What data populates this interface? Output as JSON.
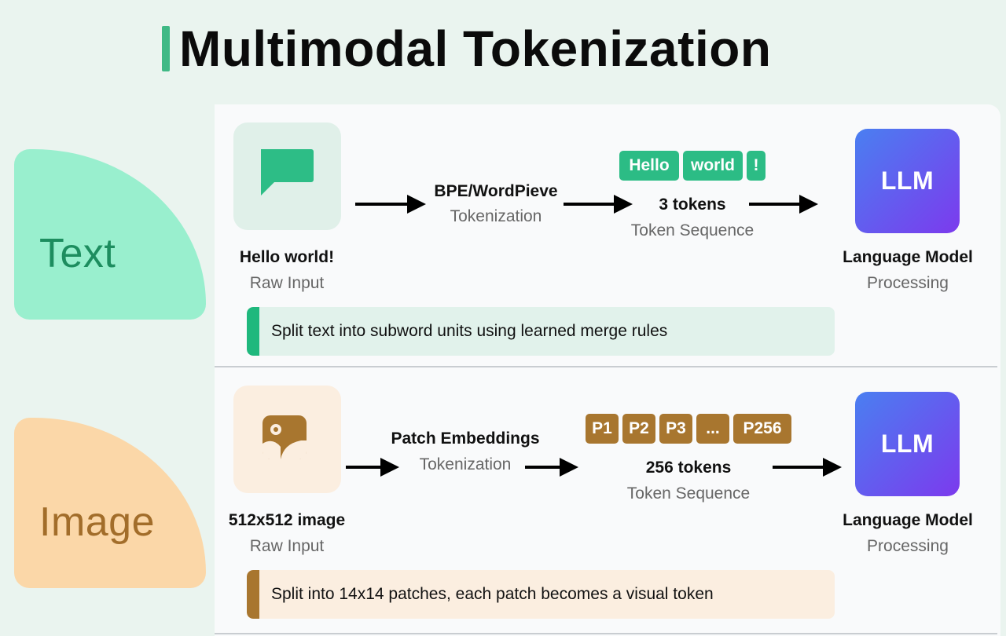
{
  "title": "Multimodal Tokenization",
  "colors": {
    "text_accent": "#2cbc85",
    "image_accent": "#a8762f",
    "llm_gradient_start": "#4a7ff1",
    "llm_gradient_end": "#7c3aed"
  },
  "rows": {
    "text": {
      "category": "Text",
      "icon": "chat-bubble-icon",
      "input_label": "Hello world!",
      "input_sub": "Raw Input",
      "method_label": "BPE/WordPieve",
      "method_sub": "Tokenization",
      "tokens": [
        "Hello",
        "world",
        "!"
      ],
      "count_label": "3 tokens",
      "count_sub": "Token Sequence",
      "model_box": "LLM",
      "model_label": "Language Model",
      "model_sub": "Processing",
      "note": "Split text into subword units using learned merge rules"
    },
    "image": {
      "category": "Image",
      "icon": "image-icon",
      "input_label": "512x512 image",
      "input_sub": "Raw Input",
      "method_label": "Patch Embeddings",
      "method_sub": "Tokenization",
      "tokens": [
        "P1",
        "P2",
        "P3",
        "...",
        "P256"
      ],
      "count_label": "256 tokens",
      "count_sub": "Token Sequence",
      "model_box": "LLM",
      "model_label": "Language Model",
      "model_sub": "Processing",
      "note": "Split into 14x14 patches, each patch becomes a visual token"
    }
  }
}
